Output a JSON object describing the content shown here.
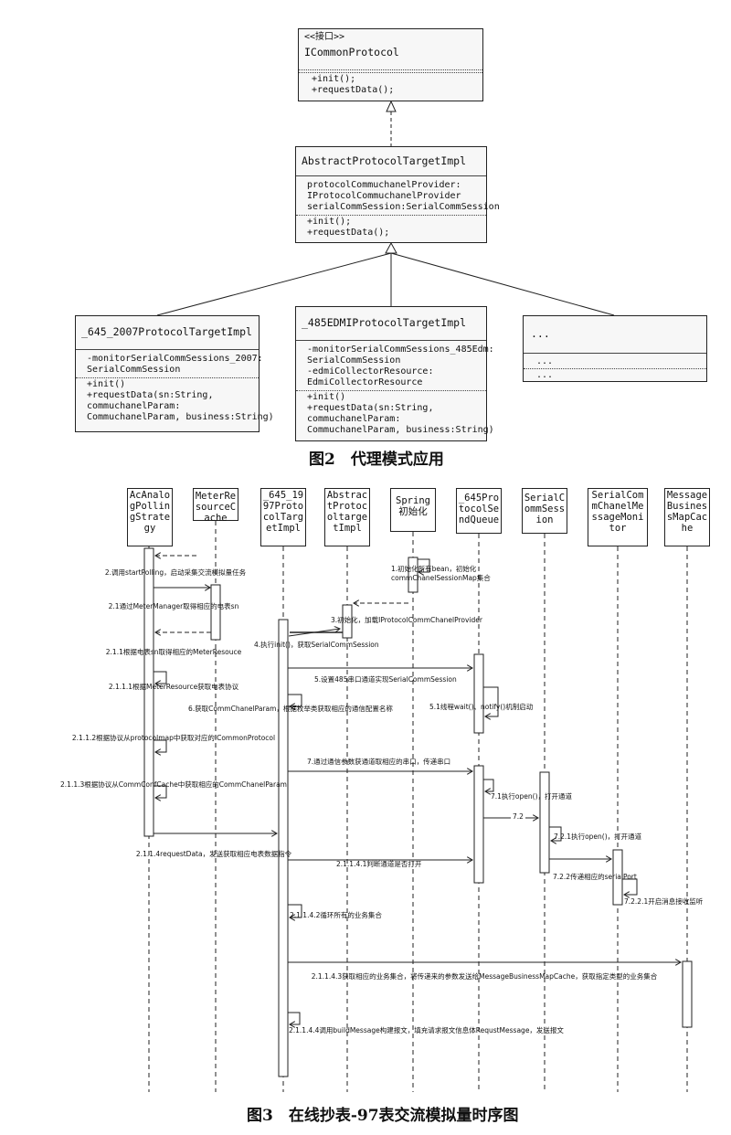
{
  "fig2": {
    "interface": {
      "stereotype": "<<接口>>",
      "name": "ICommonProtocol",
      "ops": [
        "+init();",
        "+requestData();"
      ]
    },
    "abstract": {
      "name": "AbstractProtocolTargetImpl",
      "attrs": [
        "protocolCommuchanelProvider:",
        "IProtocolCommuchanelProvider",
        "serialCommSession:SerialCommSession"
      ],
      "ops": [
        "+init();",
        "+requestData();"
      ]
    },
    "impl645": {
      "name": "_645_2007ProtocolTargetImpl",
      "attrs": [
        "-monitorSerialCommSessions_2007:",
        "SerialCommSession"
      ],
      "ops": [
        "+init()",
        "+requestData(sn:String,",
        "commuchanelParam:",
        "CommuchanelParam, business:String)"
      ]
    },
    "impl485": {
      "name": "_485EDMIProtocolTargetImpl",
      "attrs": [
        "-monitorSerialCommSessions_485Edm:",
        "SerialCommSession",
        "-edmiCollectorResource:",
        "EdmiCollectorResource"
      ],
      "ops": [
        "+init()",
        "+requestData(sn:String,",
        "commuchanelParam:",
        "CommuchanelParam, business:String)"
      ]
    },
    "more": {
      "name": "...",
      "attrs": [
        "..."
      ],
      "ops": [
        "..."
      ]
    },
    "caption": "图2　代理模式应用"
  },
  "fig3": {
    "lifelines": [
      [
        "AcAnalo",
        "gPollin",
        "gStrate",
        "gy"
      ],
      [
        "MeterRe",
        "sourceC",
        "ache"
      ],
      [
        "_645_19",
        "97Proto",
        "colTarg",
        "etImpl"
      ],
      [
        "Abstrac",
        "tProtoc",
        "oltarge",
        "tImpl"
      ],
      [
        "Spring",
        "初始化"
      ],
      [
        "_645Pro",
        "tocolSe",
        "ndQueue"
      ],
      [
        "SerialC",
        "ommSess",
        "ion"
      ],
      [
        "SerialCom",
        "mChanelMe",
        "ssageMoni",
        "tor"
      ],
      [
        "Message",
        "Busines",
        "sMapCac",
        "he"
      ]
    ],
    "messages": [
      "2.调用startPolling，启动采集交流模拟量任务",
      "1.初始化所有bean，初始化",
      "commChanelSessionMap集合",
      "2.1通过MeterManager取得相应的电表sn",
      "3.初始化，加载IProtocolCommChanelProvider",
      "2.1.1根据电表sn取得相应的MeterResouce",
      "4.执行init()，获取SerialCommSession",
      "5.设置485串口通道实现SerialCommSession",
      "2.1.1.1根据MeterResource获取电表协议",
      "6.获取CommChanelParam，根据枚举类获取相应的通信配置名称",
      "5.1线程wait()、notify()机制启动",
      "2.1.1.2根据协议从protocolmap中获取对应的ICommonProtocol",
      "7.通过通信参数获通道取相应的串口，传递串口",
      "2.1.1.3根据协议从CommConfCache中获取相应的CommChanelParam",
      "7.1执行open()，打开通道",
      "7.2",
      "7.2.1执行open()，打开通道",
      "2.1.1.4requestData，发送获取相应电表数据指令",
      "2.1.1.4.1判断通道是否打开",
      "7.2.2传递相应的serialPort",
      "7.2.2.1开启消息接收监听",
      "2.1.1.4.2循环所有的业务集合",
      "2.1.1.4.3获取相应的业务集合，将传递来的参数发送给MessageBusinessMapCache，获取指定类型的业务集合",
      "2.1.1.4.4调用buildMessage构建报文，填充请求报文信息体RequstMessage，发送报文"
    ],
    "caption": "图3　在线抄表-97表交流模拟量时序图"
  }
}
